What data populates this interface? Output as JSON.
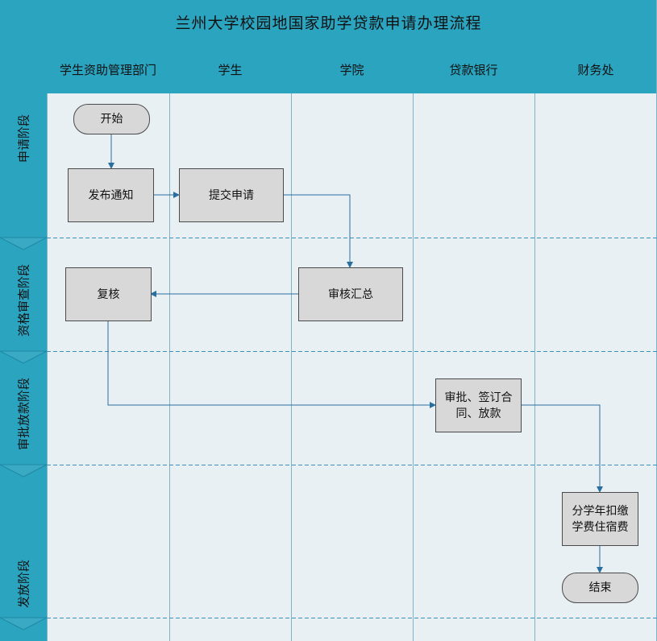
{
  "title": "兰州大学校园地国家助学贷款申请办理流程",
  "lanes": [
    "学生资助管理部门",
    "学生",
    "学院",
    "贷款银行",
    "财务处"
  ],
  "phases": [
    "申请阶段",
    "资格审查阶段",
    "审批放款阶段",
    "发放阶段"
  ],
  "nodes": {
    "start": "开始",
    "notice": "发布通知",
    "submit": "提交申请",
    "summary": "审核汇总",
    "recheck": "复核",
    "approve": "审批、签订合同、放款",
    "deduct": "分学年扣缴学费住宿费",
    "end": "结束"
  },
  "colors": {
    "header": "#2ba4c0",
    "canvas": "#e8f0f4",
    "node_fill": "#d8d8d8",
    "connector": "#2a6ea0",
    "divider": "#3a8fc0"
  }
}
